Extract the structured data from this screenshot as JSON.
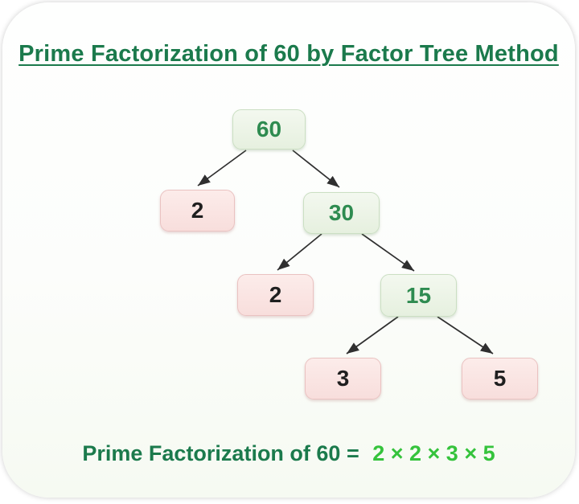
{
  "page": {
    "title": "Prime Factorization of 60 by Factor Tree Method",
    "caption_prefix": "Prime Factorization of 60 =",
    "caption_result": "2 × 2 × 3 × 5"
  },
  "colors": {
    "title_green": "#1b7a4c",
    "result_bright_green": "#35c33c",
    "node_green_bg": "#e9f2e3",
    "node_green_border": "#cbdfc3",
    "node_green_text": "#2e8b50",
    "node_pink_bg": "#fae5e4",
    "node_pink_border": "#eac2c1",
    "node_pink_text": "#1f1f1f",
    "arrow": "#2f2f2f",
    "card_background": "#fbfdf9"
  },
  "tree": {
    "nodes": [
      {
        "label": "60",
        "variant": "green"
      },
      {
        "label": "2",
        "variant": "pink"
      },
      {
        "label": "30",
        "variant": "green"
      },
      {
        "label": "2",
        "variant": "pink"
      },
      {
        "label": "15",
        "variant": "green"
      },
      {
        "label": "3",
        "variant": "pink"
      },
      {
        "label": "5",
        "variant": "pink"
      }
    ],
    "edges": [
      {
        "from": "60",
        "to": "2"
      },
      {
        "from": "60",
        "to": "30"
      },
      {
        "from": "30",
        "to": "2"
      },
      {
        "from": "30",
        "to": "15"
      },
      {
        "from": "15",
        "to": "3"
      },
      {
        "from": "15",
        "to": "5"
      }
    ]
  }
}
